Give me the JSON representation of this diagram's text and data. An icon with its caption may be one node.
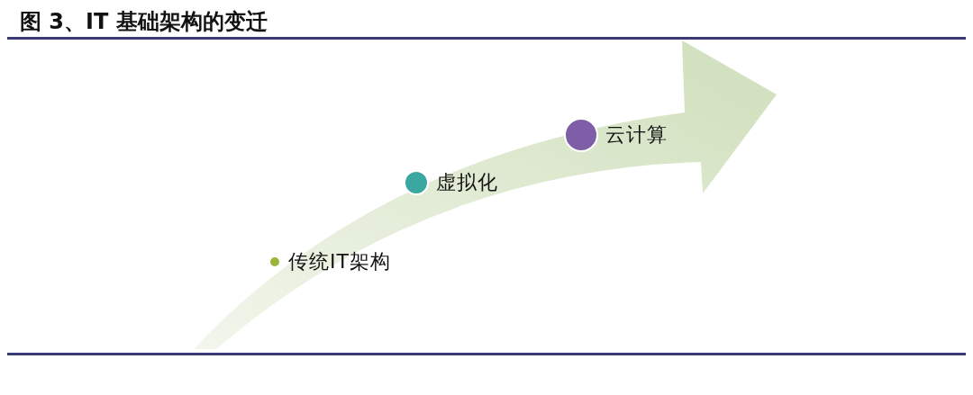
{
  "diagram": {
    "title": "图 3、IT 基础架构的变迁",
    "nodes": [
      {
        "text": [
          "传统IT架构"
        ]
      },
      {
        "text": [
          "虚拟化"
        ]
      },
      {
        "text": [
          "云计算"
        ]
      }
    ]
  }
}
